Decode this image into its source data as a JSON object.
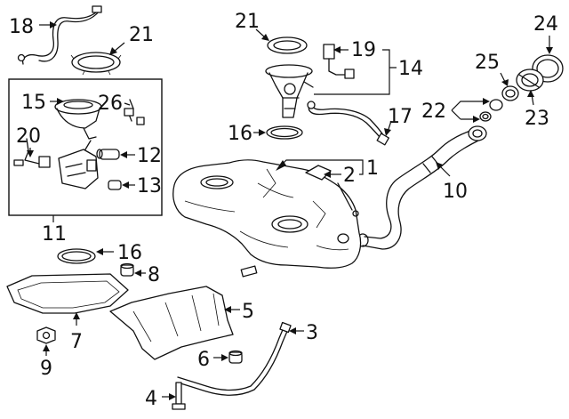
{
  "diagram": {
    "callouts": {
      "c1": "1",
      "c2": "2",
      "c3": "3",
      "c4": "4",
      "c5": "5",
      "c6": "6",
      "c7": "7",
      "c8": "8",
      "c9": "9",
      "c10": "10",
      "c11": "11",
      "c12": "12",
      "c13": "13",
      "c14": "14",
      "c15": "15",
      "c16a": "16",
      "c16b": "16",
      "c17": "17",
      "c18": "18",
      "c19": "19",
      "c20": "20",
      "c21a": "21",
      "c21b": "21",
      "c22": "22",
      "c23": "23",
      "c24": "24",
      "c25": "25",
      "c26": "26"
    },
    "colors": {
      "line": "#111111",
      "background": "#ffffff"
    }
  }
}
